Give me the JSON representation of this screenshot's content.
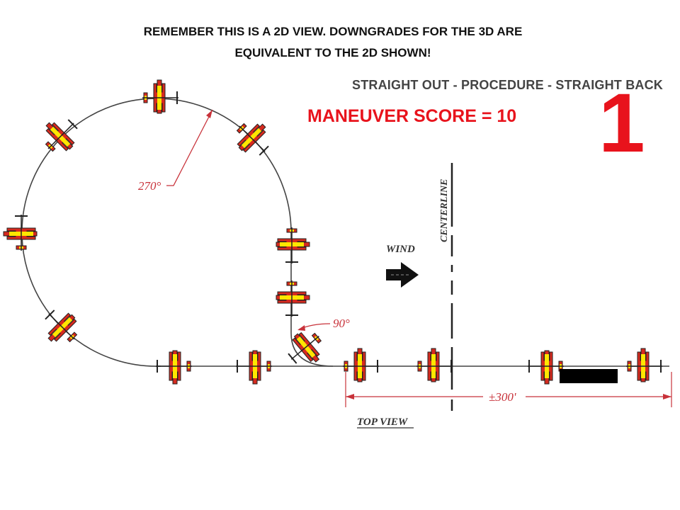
{
  "notes": {
    "line1": "REMEMBER THIS IS A 2D VIEW. DOWNGRADES FOR THE 3D ARE",
    "line2": "EQUIVALENT TO THE 2D SHOWN!"
  },
  "header": {
    "title": "STRAIGHT OUT - PROCEDURE - STRAIGHT BACK",
    "score_label": "MANEUVER SCORE = 10",
    "number": "1"
  },
  "diagram": {
    "angle_large": "270°",
    "angle_small": "90°",
    "centerline_label": "CENTERLINE",
    "wind_label": "WIND",
    "distance_label": "±300'",
    "view_label": "TOP VIEW"
  },
  "colors": {
    "accent": "#e8131c",
    "dimension": "#c8323a",
    "plane_body": "#d62a1f",
    "plane_wing": "#ffe600"
  },
  "icons": {
    "airplane": "airplane-icon",
    "wind_arrow": "arrow-right-icon"
  }
}
